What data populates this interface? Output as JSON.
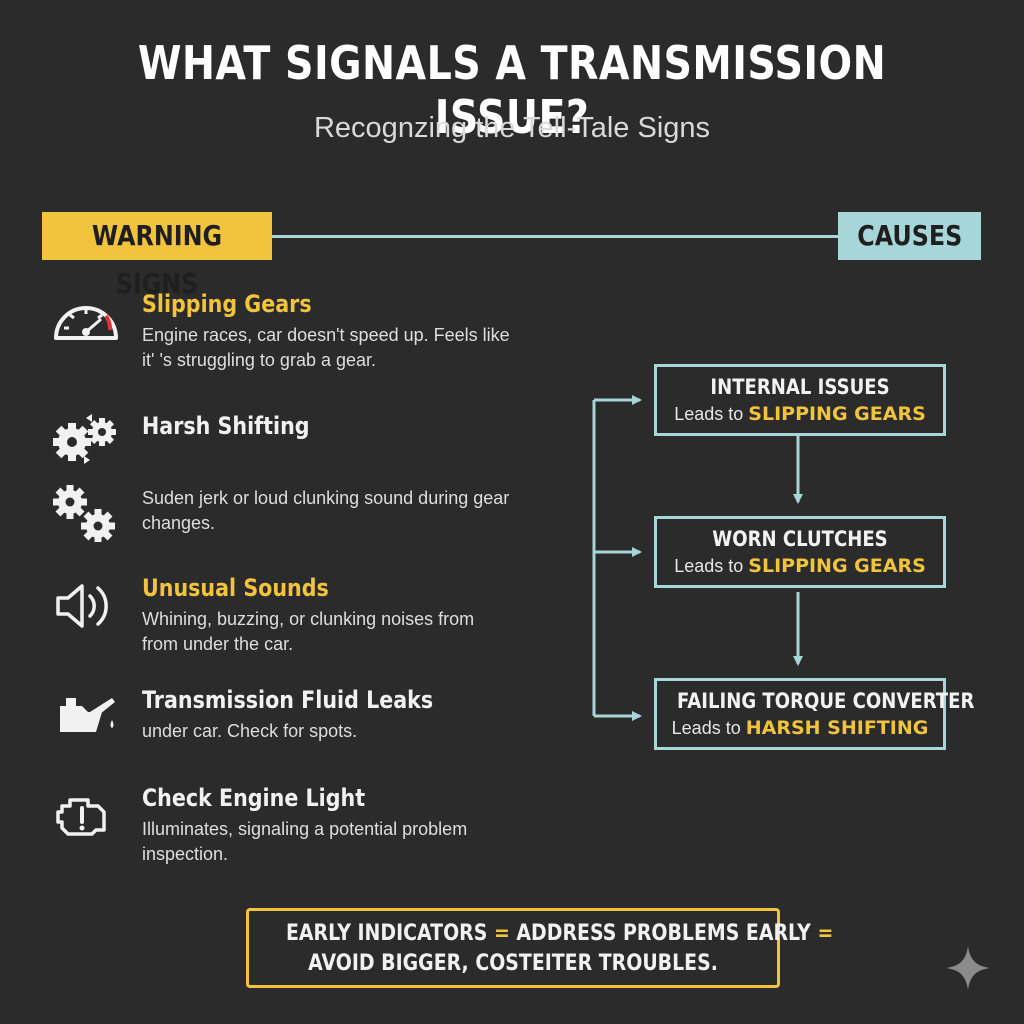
{
  "header": {
    "title": "WHAT SIGNALS A TRANSMISSION ISSUE?",
    "subtitle": "Recognzing the Tell-Tale Signs"
  },
  "tags": {
    "warning": "WARNING SIGNS",
    "causes": "CAUSES"
  },
  "signs": [
    {
      "name": "Slipping Gears",
      "desc": "Engine races, car doesn't speed up. Feels like it' 's struggling to grab a gear.",
      "icon": "speedometer-icon"
    },
    {
      "name": "Harsh Shifting",
      "desc": "",
      "icon": "gears-icon"
    },
    {
      "name": "",
      "desc": "Suden jerk or loud clunking sound during gear changes.",
      "icon": "gears-icon"
    },
    {
      "name": "Unusual Sounds",
      "desc": "Whining, buzzing, or clunking noises from from under the car.",
      "icon": "speaker-icon"
    },
    {
      "name": "Transmission Fluid Leaks",
      "desc": "under car. Check for spots.",
      "icon": "oil-can-icon"
    },
    {
      "name": "Check Engine Light",
      "desc": "Illuminates, signaling a potential problem inspection.",
      "icon": "engine-warning-icon"
    }
  ],
  "causes": [
    {
      "title": "INTERNAL ISSUES",
      "lead": "Leads to",
      "effect": "SLIPPING GEARS"
    },
    {
      "title": "WORN CLUTCHES",
      "lead": "Leads to",
      "effect": "SLIPPING GEARS"
    },
    {
      "title": "FAILING TORQUE CONVERTER",
      "lead": "Leads to",
      "effect": "HARSH SHIFTING"
    }
  ],
  "footer": {
    "part1": "EARLY INDICATORS",
    "eq1": "=",
    "part2": "ADDRESS PROBLEMS EARLY",
    "eq2": "=",
    "line2": "AVOID BIGGER, COSTEITER TROUBLES."
  },
  "colors": {
    "background": "#2b2b2c",
    "accent_yellow": "#f2c33d",
    "accent_teal": "#a7d6d8"
  }
}
